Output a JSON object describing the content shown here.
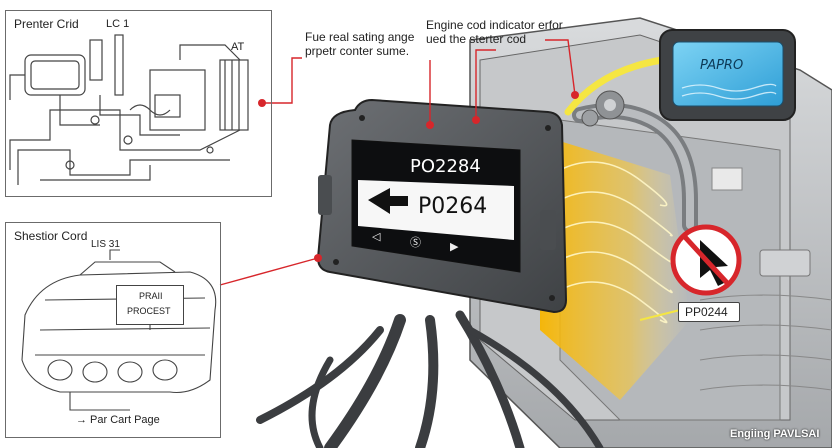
{
  "top_left_panel": {
    "title": "Prenter Crid",
    "label_lc": "LC 1",
    "label_at": "AT"
  },
  "bottom_left_panel": {
    "title": "Shestior Cord",
    "label_ls": "LIS 31",
    "box_line1": "PRAII",
    "box_line2": "PROCEST",
    "footer": "→ Par Cart Page"
  },
  "callouts": {
    "center_line1": "Fue real sating ange",
    "center_line2": "prpetr conter sume.",
    "right_line1": "Engine cod indicator erfor",
    "right_line2": "ued the sterter cod"
  },
  "scanner": {
    "code_top": "PO2284",
    "code_main": "P0264",
    "btn_left": "◁",
    "btn_mid": "Ⓢ",
    "btn_right": "▶"
  },
  "small_screen": {
    "text": "PAPRO"
  },
  "code_tag": {
    "text": "PP0244"
  },
  "watermark": {
    "text": "Engiing PAVLSAI"
  },
  "colors": {
    "accent_red": "#d7262b",
    "screen_blue": "#4fb8e6",
    "arrow_yellow": "#f5e642",
    "glow": "#f7b500"
  }
}
